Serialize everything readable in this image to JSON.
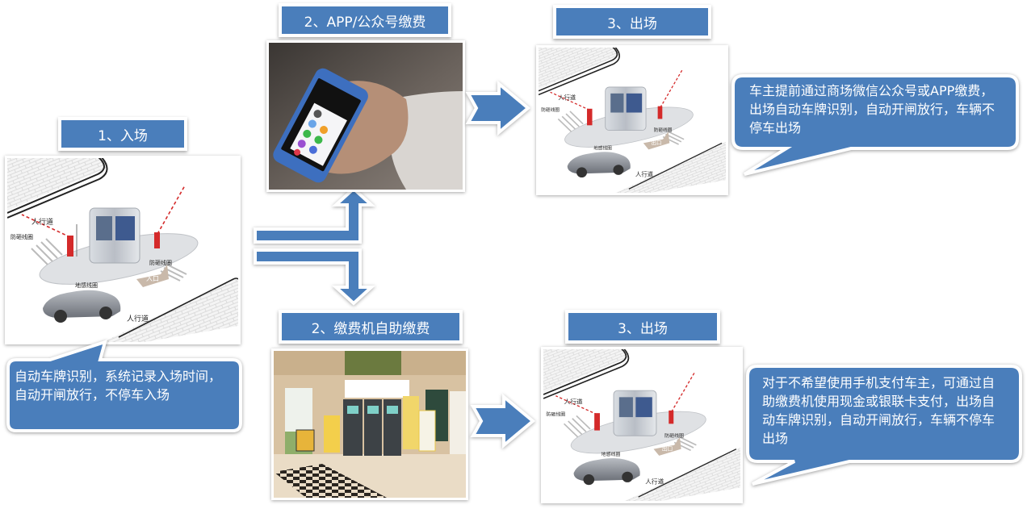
{
  "colors": {
    "accent_blue": "#4a7ebb",
    "barrier_red": "#d42a2a",
    "text_white": "#ffffff"
  },
  "steps": {
    "entry": {
      "title": "1、入场",
      "scene_labels": {
        "walkway_top": "人行道",
        "walkway_bottom": "人行道",
        "anti_smash_coil_left": "防砸线圈",
        "anti_smash_coil_right": "防砸线圈",
        "ground_coil": "地感线圈",
        "gate_direction": "入口"
      },
      "callout": "自动车牌识别，系统记录入场时间，自动开闸放行，不停车入场"
    },
    "app_payment": {
      "title": "2、APP/公众号缴费",
      "image": "hand-holding-smartphone-photo"
    },
    "kiosk_payment": {
      "title": "2、缴费机自助缴费",
      "image": "self-service-payment-kiosks-photo"
    },
    "exit_app": {
      "title": "3、出场",
      "scene_labels": {
        "walkway_top": "人行道",
        "walkway_bottom": "人行道",
        "anti_smash_coil_left": "防砸线圈",
        "anti_smash_coil_right": "防砸线圈",
        "ground_coil": "地感线圈",
        "gate_direction": "出口"
      },
      "callout": "车主提前通过商场微信公众号或APP缴费，出场自动车牌识别，自动开闸放行，车辆不停车出场"
    },
    "exit_kiosk": {
      "title": "3、出场",
      "scene_labels": {
        "walkway_top": "人行道",
        "walkway_bottom": "人行道",
        "anti_smash_coil_left": "防砸线圈",
        "anti_smash_coil_right": "防砸线圈",
        "ground_coil": "地感线圈",
        "gate_direction": "出口"
      },
      "callout": "对于不希望使用手机支付车主，可通过自助缴费机使用现金或银联卡支付，出场自动车牌识别，自动开闸放行，车辆不停车出场"
    }
  }
}
